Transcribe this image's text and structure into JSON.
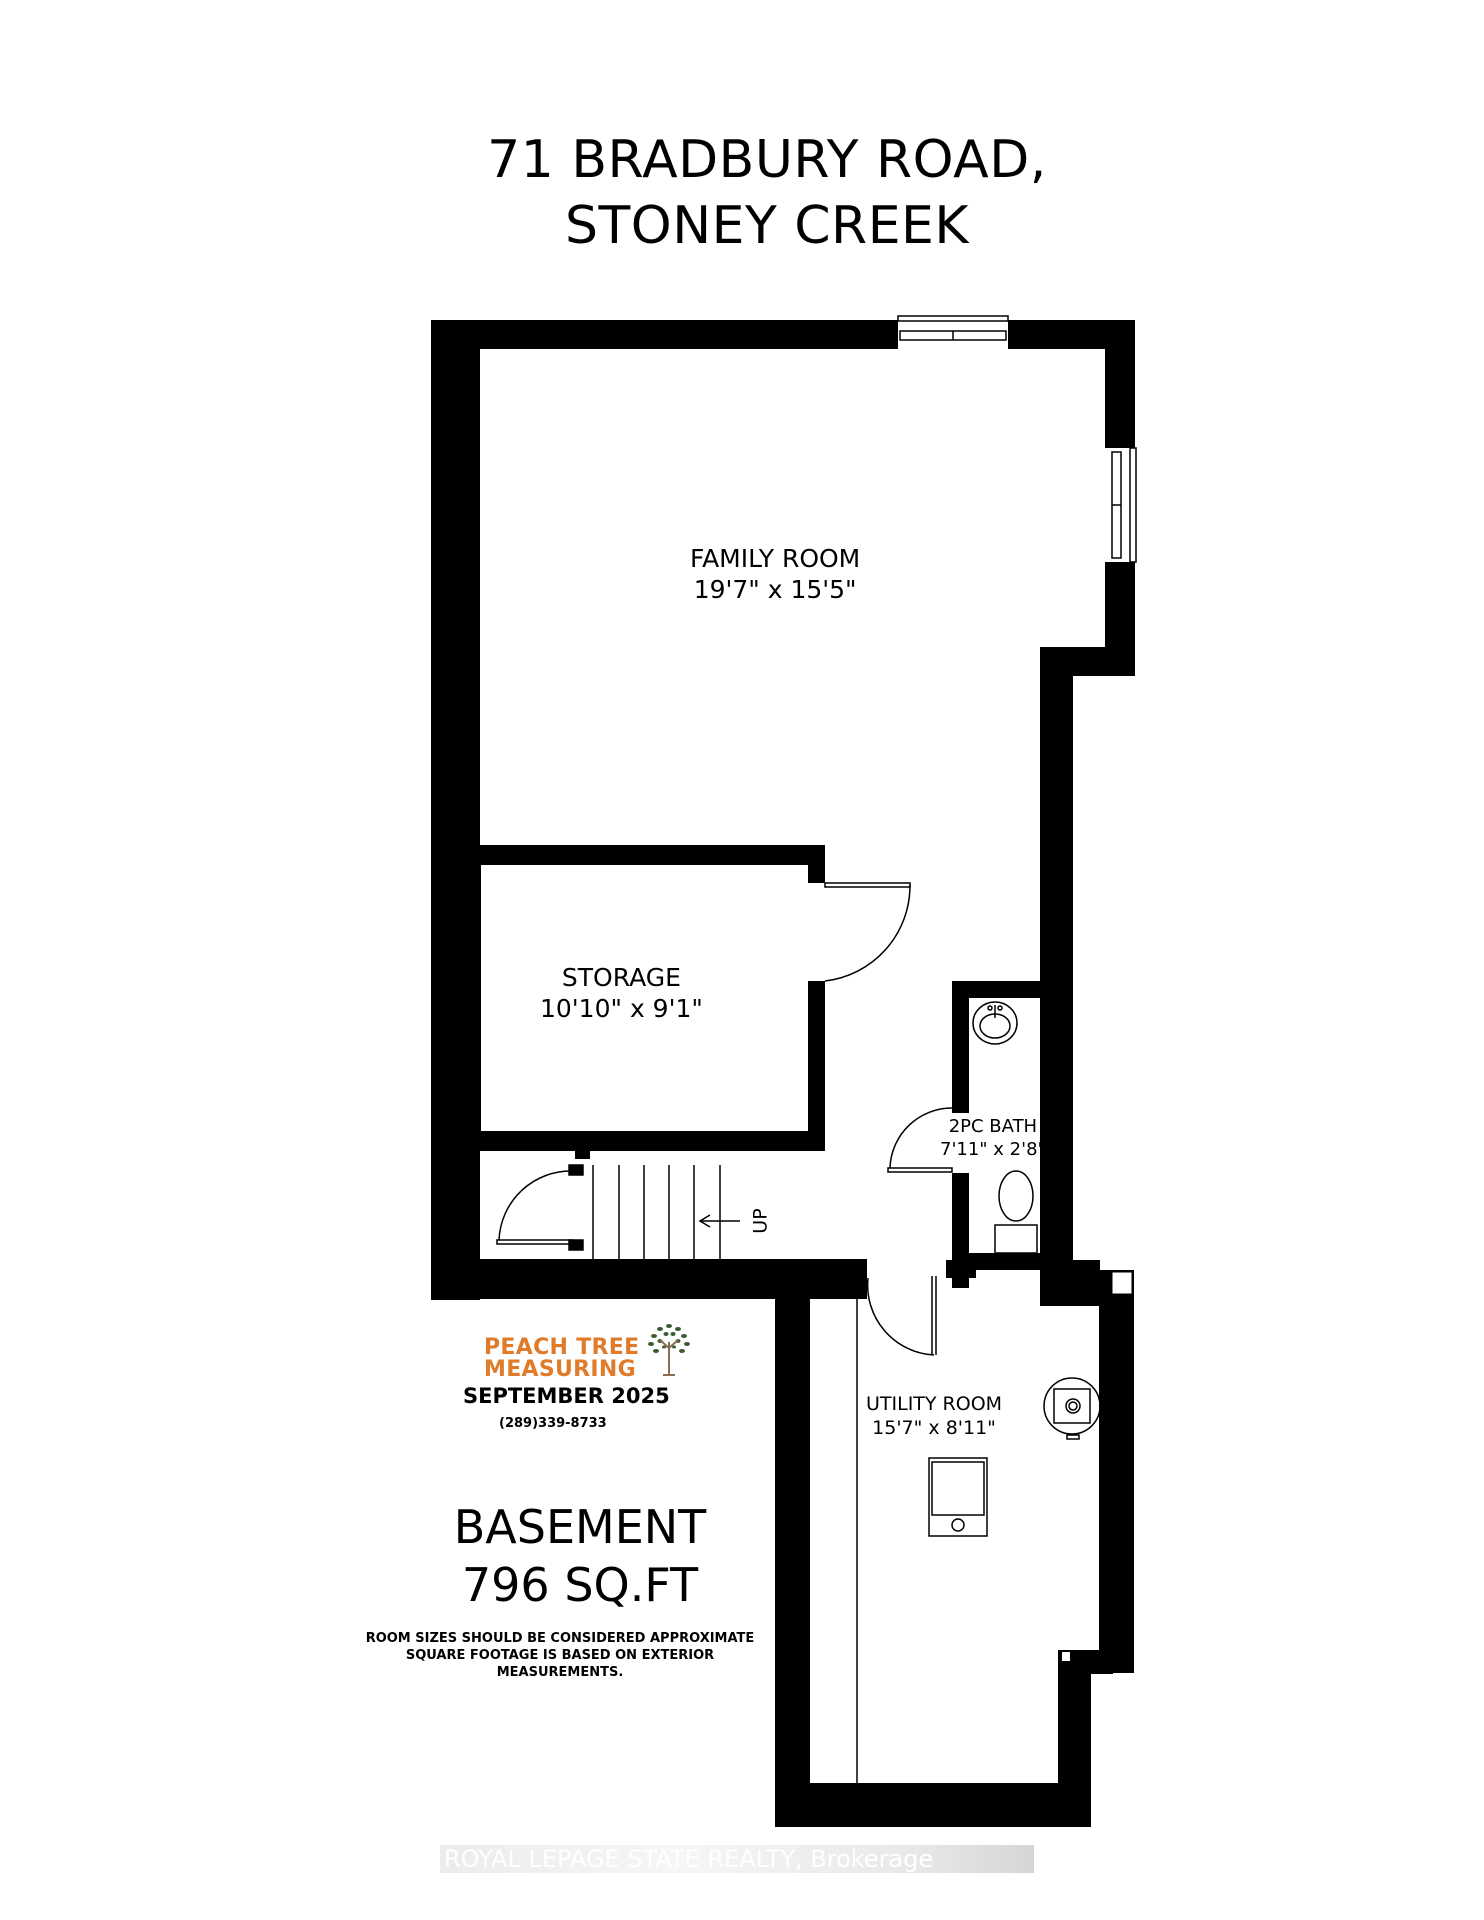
{
  "header": {
    "address_line1": "71 BRADBURY ROAD,",
    "address_line2": "STONEY CREEK"
  },
  "rooms": [
    {
      "name": "FAMILY ROOM",
      "dimensions": "19'7\" x 15'5\""
    },
    {
      "name": "STORAGE",
      "dimensions": "10'10\" x 9'1\""
    },
    {
      "name": "2PC BATH",
      "dimensions": "7'11\" x 2'8\""
    },
    {
      "name": "UTILITY ROOM",
      "dimensions": "15'7\" x 8'11\""
    }
  ],
  "stairs": {
    "direction_label": "UP"
  },
  "branding": {
    "company_line1": "PEACH TREE",
    "company_line2": "MEASURING",
    "date": "SEPTEMBER 2025",
    "phone": "(289)339-8733",
    "accent_color": "#e07b2a",
    "logo_icon": "tree-icon"
  },
  "floor": {
    "name": "BASEMENT",
    "area": "796 SQ.FT"
  },
  "disclaimer": {
    "line1": "ROOM SIZES SHOULD BE CONSIDERED APPROXIMATE",
    "line2": "SQUARE FOOTAGE IS BASED ON EXTERIOR",
    "line3": "MEASUREMENTS."
  },
  "watermark": "ROYAL LEPAGE STATE REALTY, Brokerage",
  "colors": {
    "wall": "#000000",
    "background": "#ffffff"
  }
}
